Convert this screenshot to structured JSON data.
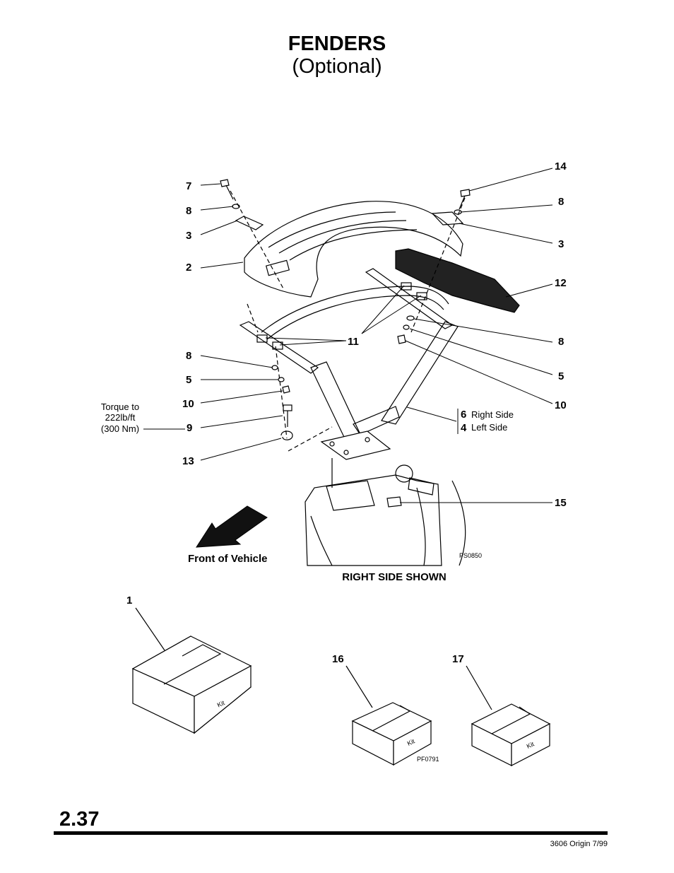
{
  "title": "FENDERS",
  "subtitle": "(Optional)",
  "callouts": {
    "c7": "7",
    "c8a": "8",
    "c3a": "3",
    "c2": "2",
    "c8b": "8",
    "c5a": "5",
    "c10a": "10",
    "c9": "9",
    "c13": "13",
    "c11": "11",
    "c14": "14",
    "c8c": "8",
    "c3b": "3",
    "c12": "12",
    "c8d": "8",
    "c5b": "5",
    "c10b": "10",
    "c6": "6",
    "c4": "4",
    "c15": "15",
    "c1": "1",
    "c16": "16",
    "c17": "17"
  },
  "side_labels": {
    "right_side": "Right Side",
    "left_side": "Left Side"
  },
  "torque": {
    "line1": "Torque to",
    "line2": "222lb/ft",
    "line3": "(300 Nm)"
  },
  "front_of_vehicle": "Front of Vehicle",
  "right_side_shown": "RIGHT SIDE SHOWN",
  "figure_codes": {
    "upper": "PS0850",
    "lower": "PF0791"
  },
  "kit_label": "Kit",
  "page_number": "2.37",
  "footer": "3606  Origin  7/99"
}
